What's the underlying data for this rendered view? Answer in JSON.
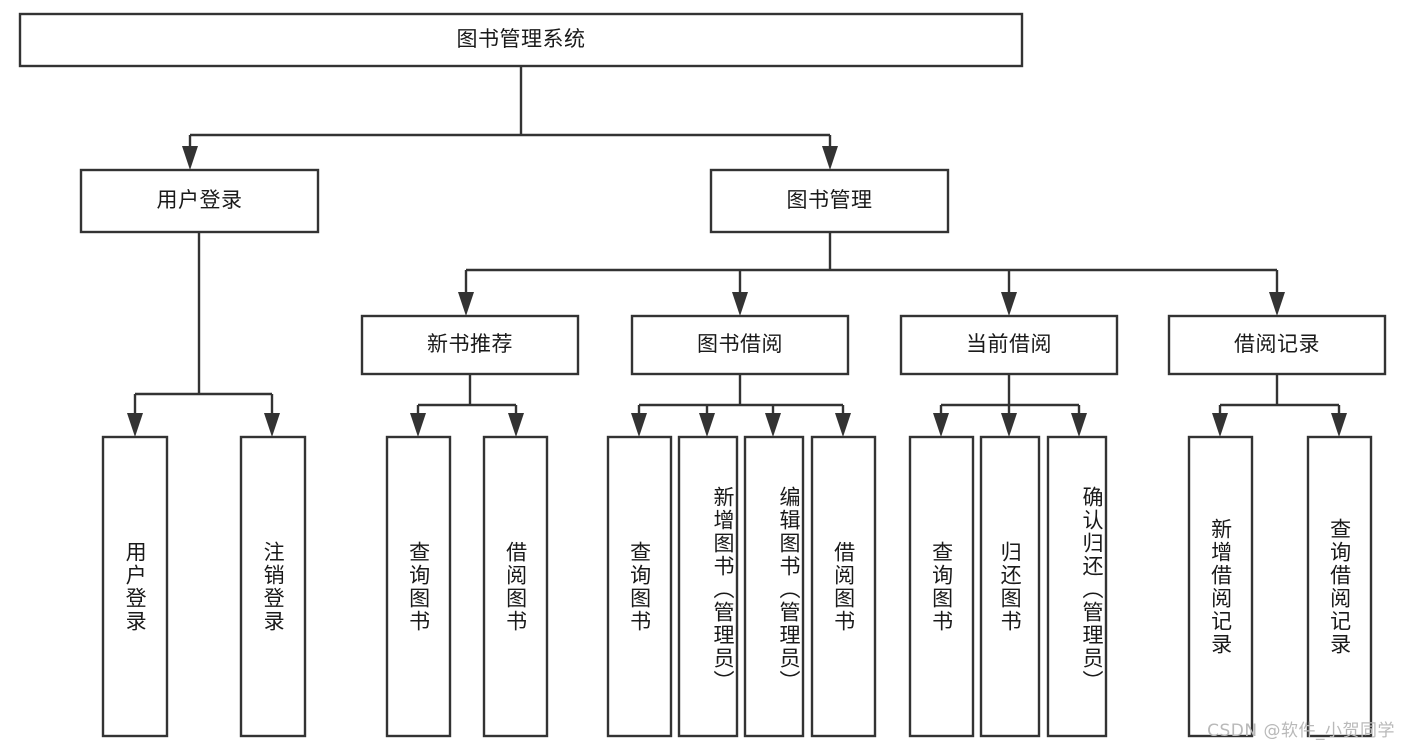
{
  "diagram": {
    "title": "图书管理系统",
    "type": "tree-hierarchy-chart",
    "watermark": "CSDN @软件_小贺同学",
    "colors": {
      "box_stroke": "#333333",
      "box_fill": "#ffffff",
      "text": "#1a1a1a",
      "canvas": "#ffffff",
      "watermark": "#b9b9b9"
    },
    "root": {
      "id": "root",
      "label": "图书管理系统",
      "orientation": "horizontal"
    },
    "level2": [
      {
        "id": "user-login",
        "label": "用户登录",
        "orientation": "horizontal"
      },
      {
        "id": "book-management",
        "label": "图书管理",
        "orientation": "horizontal"
      }
    ],
    "level3": [
      {
        "id": "new-book-recommend",
        "label": "新书推荐",
        "orientation": "horizontal",
        "parent": "book-management"
      },
      {
        "id": "book-borrow",
        "label": "图书借阅",
        "orientation": "horizontal",
        "parent": "book-management"
      },
      {
        "id": "current-borrow",
        "label": "当前借阅",
        "orientation": "horizontal",
        "parent": "book-management"
      },
      {
        "id": "borrow-record",
        "label": "借阅记录",
        "orientation": "horizontal",
        "parent": "book-management"
      }
    ],
    "leaves": [
      {
        "id": "leaf-user-login",
        "label": "用户登录",
        "orientation": "vertical",
        "parent": "user-login",
        "align": "center"
      },
      {
        "id": "leaf-logout-login",
        "label": "注销登录",
        "orientation": "vertical",
        "parent": "user-login",
        "align": "center"
      },
      {
        "id": "leaf-query-book-1",
        "label": "查询图书",
        "orientation": "vertical",
        "parent": "new-book-recommend",
        "align": "center"
      },
      {
        "id": "leaf-borrow-book-1",
        "label": "借阅图书",
        "orientation": "vertical",
        "parent": "new-book-recommend",
        "align": "center"
      },
      {
        "id": "leaf-query-book-2",
        "label": "查询图书",
        "orientation": "vertical",
        "parent": "book-borrow",
        "align": "center"
      },
      {
        "id": "leaf-add-book-admin",
        "label": "新增图书（管理员）",
        "orientation": "vertical",
        "parent": "book-borrow",
        "align": "top"
      },
      {
        "id": "leaf-edit-book-admin",
        "label": "编辑图书（管理员）",
        "orientation": "vertical",
        "parent": "book-borrow",
        "align": "top"
      },
      {
        "id": "leaf-borrow-book-2",
        "label": "借阅图书",
        "orientation": "vertical",
        "parent": "book-borrow",
        "align": "center"
      },
      {
        "id": "leaf-query-book-3",
        "label": "查询图书",
        "orientation": "vertical",
        "parent": "current-borrow",
        "align": "center"
      },
      {
        "id": "leaf-return-book",
        "label": "归还图书",
        "orientation": "vertical",
        "parent": "current-borrow",
        "align": "center"
      },
      {
        "id": "leaf-confirm-return-admin",
        "label": "确认归还（管理员）",
        "orientation": "vertical",
        "parent": "current-borrow",
        "align": "top"
      },
      {
        "id": "leaf-add-borrow-record",
        "label": "新增借阅记录",
        "orientation": "vertical",
        "parent": "borrow-record",
        "align": "center"
      },
      {
        "id": "leaf-query-borrow-record",
        "label": "查询借阅记录",
        "orientation": "vertical",
        "parent": "borrow-record",
        "align": "center"
      }
    ]
  }
}
